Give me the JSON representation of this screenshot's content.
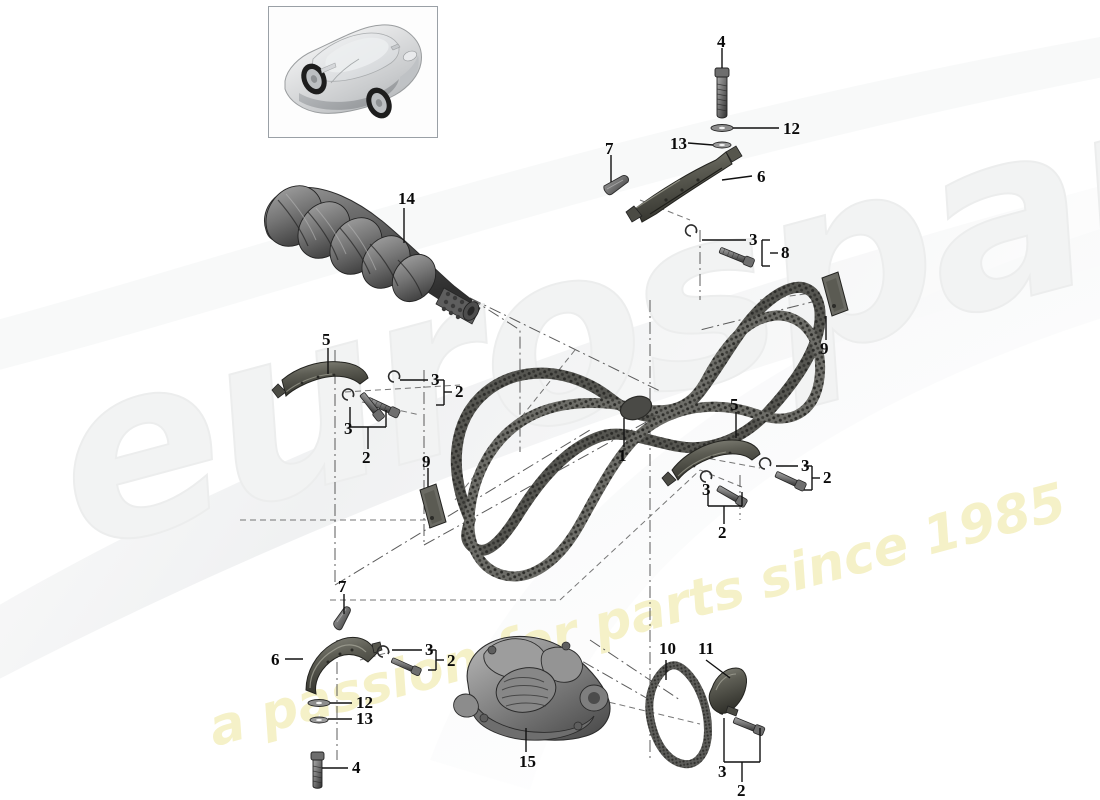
{
  "diagram": {
    "title": "Chain drive / timing chain exploded parts diagram",
    "vehicle_thumbnail": "sports-car-thumbnail",
    "background": "#ffffff",
    "line_color": "#111111"
  },
  "watermark": {
    "brand": "eurospares",
    "tagline": "a passion for parts since 1985",
    "brand_color": "#f1f2f2",
    "tagline_color": "#f5f1c8"
  },
  "callouts": [
    {
      "id": "c-14",
      "number": "14",
      "part": "crankshaft"
    },
    {
      "id": "c-4t",
      "number": "4",
      "part": "bolt"
    },
    {
      "id": "c-12t",
      "number": "12",
      "part": "washer"
    },
    {
      "id": "c-13t",
      "number": "13",
      "part": "washer"
    },
    {
      "id": "c-7t",
      "number": "7",
      "part": "dowel-pin"
    },
    {
      "id": "c-6t",
      "number": "6",
      "part": "tensioner-rail"
    },
    {
      "id": "c-3a",
      "number": "3",
      "part": "washer"
    },
    {
      "id": "c-8",
      "number": "8",
      "part": "bolt-assembly"
    },
    {
      "id": "c-9r",
      "number": "9",
      "part": "slide-pad"
    },
    {
      "id": "c-5l",
      "number": "5",
      "part": "guide-rail"
    },
    {
      "id": "c-3b",
      "number": "3",
      "part": "washer"
    },
    {
      "id": "c-2b",
      "number": "2",
      "part": "bolt-assembly"
    },
    {
      "id": "c-3c",
      "number": "3",
      "part": "washer"
    },
    {
      "id": "c-2c",
      "number": "2",
      "part": "bolt-assembly"
    },
    {
      "id": "c-1",
      "number": "1",
      "part": "timing-chain"
    },
    {
      "id": "c-5r",
      "number": "5",
      "part": "guide-rail"
    },
    {
      "id": "c-3d",
      "number": "3",
      "part": "washer"
    },
    {
      "id": "c-2d",
      "number": "2",
      "part": "bolt-assembly"
    },
    {
      "id": "c-3e",
      "number": "3",
      "part": "washer"
    },
    {
      "id": "c-2e",
      "number": "2",
      "part": "bolt-assembly"
    },
    {
      "id": "c-9l",
      "number": "9",
      "part": "slide-pad"
    },
    {
      "id": "c-7b",
      "number": "7",
      "part": "dowel-pin"
    },
    {
      "id": "c-6b",
      "number": "6",
      "part": "tensioner-rail"
    },
    {
      "id": "c-3f",
      "number": "3",
      "part": "washer"
    },
    {
      "id": "c-2f",
      "number": "2",
      "part": "bolt-assembly"
    },
    {
      "id": "c-12b",
      "number": "12",
      "part": "washer"
    },
    {
      "id": "c-13b",
      "number": "13",
      "part": "washer"
    },
    {
      "id": "c-4b",
      "number": "4",
      "part": "bolt"
    },
    {
      "id": "c-15",
      "number": "15",
      "part": "oil-pump"
    },
    {
      "id": "c-10",
      "number": "10",
      "part": "oil-pump-chain"
    },
    {
      "id": "c-11",
      "number": "11",
      "part": "oil-pump-chain-guide"
    },
    {
      "id": "c-3g",
      "number": "3",
      "part": "washer"
    },
    {
      "id": "c-2g",
      "number": "2",
      "part": "bolt-assembly"
    }
  ]
}
